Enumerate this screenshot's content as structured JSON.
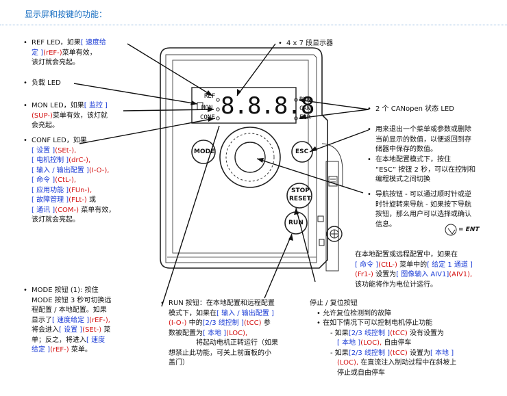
{
  "header": "显示屏和按键的功能：",
  "display_labels": {
    "ref": "REF",
    "mon": "MON",
    "conf": "CONF",
    "run": "RUN",
    "can": "CAN",
    "err": "ERR",
    "digits": "8.8.8.8"
  },
  "buttons": {
    "mode": "MODE",
    "esc": "ESC",
    "stop": "STOP",
    "reset": "RESET",
    "run": "RUN"
  },
  "ent_label": "= ENT",
  "callouts": {
    "ref_led": [
      "REF LED，如果",
      "[ 速度给",
      "定 ]",
      "(rEF-)",
      "菜单有效，",
      "该灯就会亮起。"
    ],
    "load_led": "负载 LED",
    "mon_led": [
      "MON LED，如果",
      "[ 监控 ]",
      "(SUP-)",
      "菜单有效，该灯就",
      "会亮起。"
    ],
    "conf_led": {
      "l1": "CONF LED，如果",
      "l2b": "[ 设置 ]",
      "l2r": "(SEt-),",
      "l3b": "[ 电机控制 ]",
      "l3r": "(drC-),",
      "l4b": "[ 输入 / 输出配置 ]",
      "l4r": "(I-O-),",
      "l5b": "[ 命令 ]",
      "l5r": "(CtL-),",
      "l6b": "[ 应用功能 ]",
      "l6r": "(FUn-),",
      "l7b": "[ 故障管理 ]",
      "l7r": "(FLt-)",
      "l7k": "或",
      "l8b": "[ 通讯 ]",
      "l8r": "(COM-)",
      "l8k": "菜单有效，",
      "l9": "该灯就会亮起。"
    },
    "segment": "4 x 7 段显示器",
    "canopen": "2 个 CANopen 状态 LED",
    "esc1": [
      "用来退出一个菜单或参数或删除",
      "当前显示的数值，以便返回到存",
      "储器中保存的数值。"
    ],
    "esc2": [
      "在本地配置模式下，按住",
      "“ESC” 按钮 2 秒，可以在控制和",
      "编程模式之间切换"
    ],
    "nav": [
      "导航按钮 - 可以通过顺时针或逆",
      "时针旋转来导航 - 如果按下导航",
      "按钮，那么用户可以选择或确认",
      "信息。"
    ],
    "local_remote": {
      "l1": "在本地配置或远程配置中，如果在",
      "l2b": "[ 命令 ]",
      "l2r": "(CtL-)",
      "l2k": "菜单中的",
      "l2b2": "[ 给定 1 通道 ]",
      "l3r": "(Fr1-)",
      "l3k": "设置为",
      "l3b": "[ 图像输入 AIV1]",
      "l3r2": "(AIV1),",
      "l4": "该功能将作为电位计运行。"
    },
    "mode_btn": {
      "l1": "MODE 按钮 (1): 按住",
      "l2": "MODE 按钮 3 秒可切换远",
      "l3": "程配置 / 本地配置。如果",
      "l4k": "显示了",
      "l4b": "[ 速度给定 ]",
      "l4r": "(rEF-),",
      "l5k": "将会进入",
      "l5b": "[ 设置 ]",
      "l5r": "(SEt-)",
      "l5k2": "菜",
      "l6k": "单；反之，将进入",
      "l6b": "[ 速度",
      "l7b": "给定 ]",
      "l7r": "(rEF-)",
      "l7k": "菜单。"
    },
    "run_btn": {
      "l1": "RUN 按钮：在本地配置和远程配置",
      "l2k": "模式下，如果在",
      "l2b": "[ 输入 / 输出配置 ]",
      "l3r": "(I-O-)",
      "l3k": "中的",
      "l3b": "[2/3 线控制 ]",
      "l3r2": "(tCC)",
      "l3k2": "参",
      "l4k": "数被配置为",
      "l4b": "[ 本地 ]",
      "l4r": "(LOC),",
      "l5": "将起动电机正转运行（如果",
      "l6": "想禁止此功能，可关上前面板的小",
      "l7": "盖门）"
    },
    "stop_btn": {
      "title": "停止 / 复位按钮",
      "s1": "允许复位检测到的故障",
      "s2": "在如下情况下可以控制电机停止功能",
      "s3k": "- 如果",
      "s3b": "[2/3 线控制 ]",
      "s3r": "(tCC)",
      "s3k2": "没有设置为",
      "s4b": "[ 本地 ]",
      "s4r": "(LOC),",
      "s4k": "自由停车",
      "s5k": "- 如果",
      "s5b": "[2/3 线控制 ]",
      "s5r": "(tCC)",
      "s5k2": "设置为",
      "s5b2": "[ 本地 ]",
      "s6r": "(LOC),",
      "s6k": "在直流注入制动过程中在斜坡上",
      "s7": "停止或自由停车"
    }
  },
  "colors": {
    "header": "#1a6fc2",
    "blue": "#1a3bd6",
    "red": "#d41010"
  }
}
